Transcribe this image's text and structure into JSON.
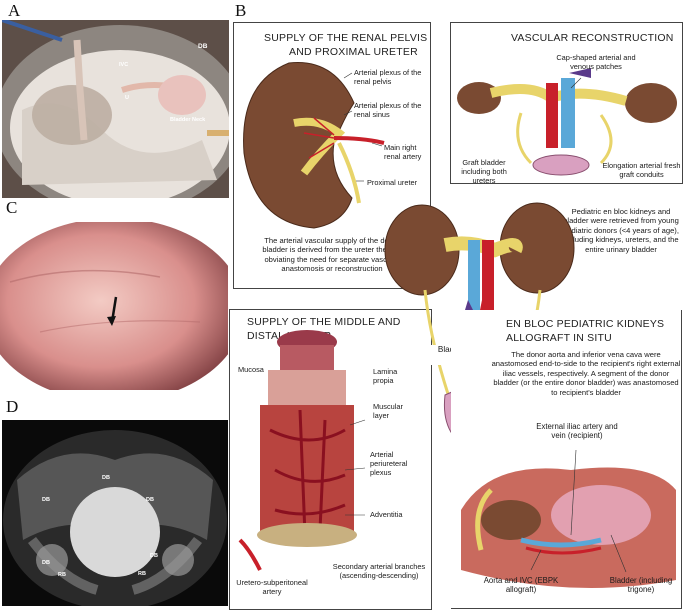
{
  "panels": {
    "a": {
      "letter": "A",
      "labels": {
        "ivc": "IVC",
        "db": "DB",
        "u": "U",
        "bladder_neck": "Bladder Neck"
      }
    },
    "b": {
      "letter": "B"
    },
    "c": {
      "letter": "C"
    },
    "d": {
      "letter": "D",
      "labels": {
        "db": "DB",
        "rb": "RB"
      }
    }
  },
  "renal": {
    "title_line1": "SUPPLY OF THE RENAL PELVIS",
    "title_line2": "AND PROXIMAL URETER",
    "label_plexus_pelvis": "Arterial plexus of the renal pelvis",
    "label_plexus_sinus": "Arterial plexus of the renal sinus",
    "label_main_artery": "Main right renal artery",
    "label_prox_ureter": "Proximal ureter",
    "note": "The arterial vascular supply of the donor bladder is derived from the ureter thereby obviating the need for separate vascular anastomosis or reconstruction"
  },
  "vascular": {
    "title": "VASCULAR RECONSTRUCTION",
    "label_patches": "Cap-shaped arterial and venous patches",
    "label_graft_bladder": "Graft bladder including both ureters",
    "label_elongation": "Elongation arterial fresh graft conduits"
  },
  "pediatric_note": "Pediatric en bloc kidneys and bladder were retrieved from young pediatric donors (<4 years of age), including kidneys, ureters, and the entire urinary bladder",
  "center": {
    "label_bladder": "Bladder (including the trigone)"
  },
  "middle": {
    "title_line1": "SUPPLY OF THE MIDDLE AND",
    "title_line2": "DISTAL URETER",
    "label_mucosa": "Mucosa",
    "label_lamina": "Lamina propia",
    "label_muscular": "Muscular layer",
    "label_periureteral": "Arterial periureteral plexus",
    "label_adventitia": "Adventitia",
    "label_uretero": "Uretero-subperitoneal artery",
    "label_secondary": "Secondary arterial branches (ascending-descending)"
  },
  "enbloc": {
    "title_line1": "EN BLOC PEDIATRIC KIDNEYS",
    "title_line2": "ALLOGRAFT IN SITU",
    "note": "The donor aorta and inferior vena cava were anastomosed end-to-side to the recipient's right external iliac vessels, respectively. A segment of the donor bladder (or the entire donor bladder) was anastomosed to recipient's bladder",
    "label_iliac": "External iliac artery and vein (recipient)",
    "label_aorta": "Aorta and IVC (EBPK allograft)",
    "label_bladder": "Bladder (including trigone)"
  },
  "colors": {
    "artery": "#c8202a",
    "vein": "#2f6fd0",
    "kidney": "#7a4a32",
    "fat": "#e8d46a",
    "bladder": "#d9a0c0"
  }
}
